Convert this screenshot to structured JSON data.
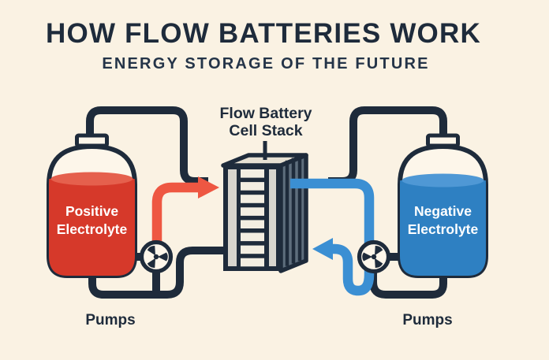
{
  "title": "HOW FLOW BATTERIES WORK",
  "subtitle": "ENERGY STORAGE OF THE FUTURE",
  "cell_stack": {
    "label_line1": "Flow Battery",
    "label_line2": "Cell Stack"
  },
  "positive_tank": {
    "label_line1": "Positive",
    "label_line2": "Electrolyte"
  },
  "negative_tank": {
    "label_line1": "Negative",
    "label_line2": "Electrolyte"
  },
  "pumps": {
    "left_label": "Pumps",
    "right_label": "Pumps"
  },
  "colors": {
    "background": "#faf2e3",
    "ink_navy": "#1e2b3b",
    "positive_liquid": "#d6392a",
    "positive_surface": "#e5604d",
    "positive_flow_arrow": "#ee5742",
    "negative_liquid": "#2e80c2",
    "negative_surface": "#4f98d5",
    "negative_flow_arrow": "#3b8fd3",
    "stack_side_panels": "#5e6e7d",
    "stack_end_panels": "#d7d5ce",
    "stack_cells": "#f3eee2",
    "stack_top": "#e7e1d3",
    "tank_body": "#fdf6ea"
  }
}
